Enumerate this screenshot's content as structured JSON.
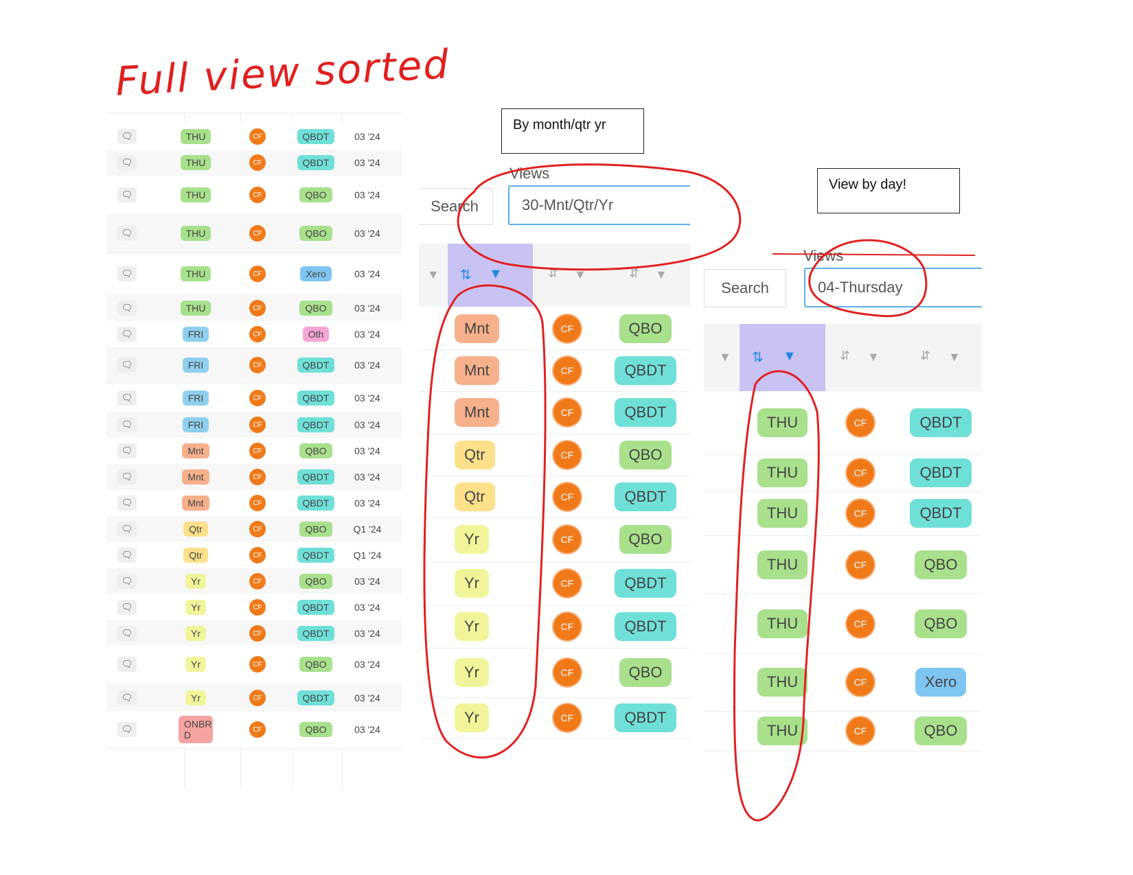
{
  "annotation_title": "Full view sorted",
  "notes": {
    "month": "By month/qtr yr",
    "day": "View by day!"
  },
  "icons": {
    "chat": "chat-icon",
    "cf": "cf-avatar-icon",
    "filter": "filter-icon",
    "sort": "sort-icon"
  },
  "cf_label": "CF",
  "colors": {
    "THU": "#a8e08c",
    "FRI": "#8fcfee",
    "Mnt": "#f7b08c",
    "Qtr": "#fce08a",
    "Yr": "#f1f59a",
    "ONBRD": "#f6a3a3",
    "QBDT": "#6fe0d8",
    "QBO": "#a8e08c",
    "Xero": "#7ec5f2",
    "Oth": "#f5a5d6",
    "cf": "#f07a1a",
    "accent": "#2188e6",
    "annotation": "#e02020"
  },
  "left_table": {
    "rows": [
      {
        "freq": "THU",
        "app": "QBDT",
        "date": "03 '24"
      },
      {
        "freq": "THU",
        "app": "QBDT",
        "date": "03 '24"
      },
      {
        "freq": "THU",
        "app": "QBO",
        "date": "03 '24"
      },
      {
        "freq": "THU",
        "app": "QBO",
        "date": "03 '24"
      },
      {
        "freq": "THU",
        "app": "Xero",
        "date": "03 '24"
      },
      {
        "freq": "THU",
        "app": "QBO",
        "date": "03 '24"
      },
      {
        "freq": "FRI",
        "app": "Oth",
        "date": "03 '24"
      },
      {
        "freq": "FRI",
        "app": "QBDT",
        "date": "03 '24"
      },
      {
        "freq": "FRI",
        "app": "QBDT",
        "date": "03 '24"
      },
      {
        "freq": "FRI",
        "app": "QBDT",
        "date": "03 '24"
      },
      {
        "freq": "Mnt",
        "app": "QBO",
        "date": "03 '24"
      },
      {
        "freq": "Mnt",
        "app": "QBDT",
        "date": "03 '24"
      },
      {
        "freq": "Mnt",
        "app": "QBDT",
        "date": "03 '24"
      },
      {
        "freq": "Qtr",
        "app": "QBO",
        "date": "Q1 '24"
      },
      {
        "freq": "Qtr",
        "app": "QBDT",
        "date": "Q1 '24"
      },
      {
        "freq": "Yr",
        "app": "QBO",
        "date": "03 '24"
      },
      {
        "freq": "Yr",
        "app": "QBDT",
        "date": "03 '24"
      },
      {
        "freq": "Yr",
        "app": "QBDT",
        "date": "03 '24"
      },
      {
        "freq": "Yr",
        "app": "QBO",
        "date": "03 '24"
      },
      {
        "freq": "Yr",
        "app": "QBDT",
        "date": "03 '24"
      },
      {
        "freq": "ONBR D",
        "app": "QBO",
        "date": "03 '24"
      }
    ]
  },
  "month_panel": {
    "views_label": "Views",
    "search_label": "Search",
    "view_value": "30-Mnt/Qtr/Yr",
    "rows": [
      {
        "freq": "Mnt",
        "app": "QBO"
      },
      {
        "freq": "Mnt",
        "app": "QBDT"
      },
      {
        "freq": "Mnt",
        "app": "QBDT"
      },
      {
        "freq": "Qtr",
        "app": "QBO"
      },
      {
        "freq": "Qtr",
        "app": "QBDT"
      },
      {
        "freq": "Yr",
        "app": "QBO"
      },
      {
        "freq": "Yr",
        "app": "QBDT"
      },
      {
        "freq": "Yr",
        "app": "QBDT"
      },
      {
        "freq": "Yr",
        "app": "QBO"
      },
      {
        "freq": "Yr",
        "app": "QBDT"
      }
    ]
  },
  "day_panel": {
    "views_label": "Views",
    "search_label": "Search",
    "view_value": "04-Thursday",
    "rows": [
      {
        "freq": "THU",
        "app": "QBDT"
      },
      {
        "freq": "THU",
        "app": "QBDT"
      },
      {
        "freq": "THU",
        "app": "QBDT"
      },
      {
        "freq": "THU",
        "app": "QBO"
      },
      {
        "freq": "THU",
        "app": "QBO"
      },
      {
        "freq": "THU",
        "app": "Xero"
      },
      {
        "freq": "THU",
        "app": "QBO"
      }
    ]
  }
}
